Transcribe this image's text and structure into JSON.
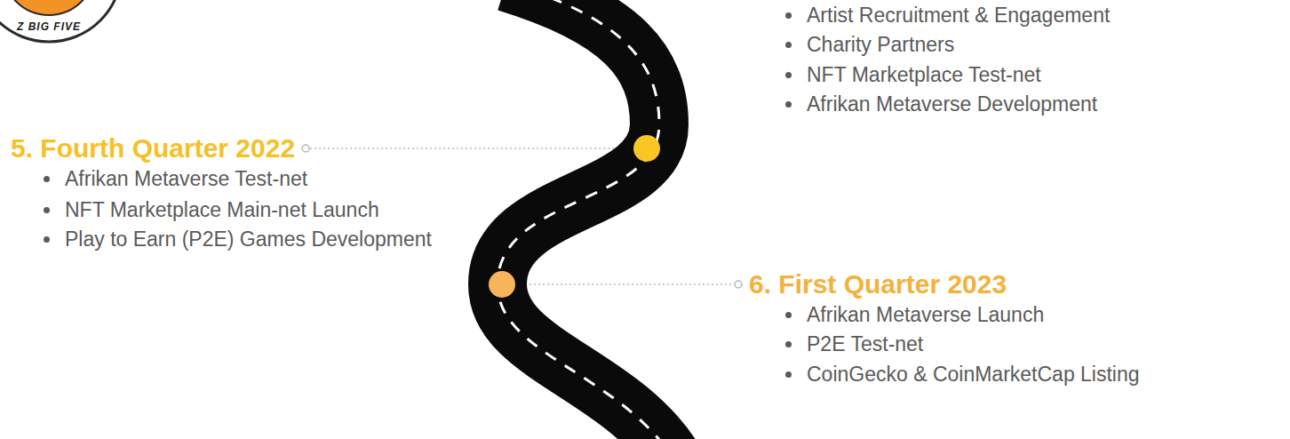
{
  "diagram": {
    "labels": [
      "Z BIG FIVE",
      "Artist Recruitment & Engagement",
      "Charity Partners",
      "NFT Marketplace Test-net",
      "Afrikan Metaverse Development",
      "5. Fourth Quarter 2022",
      "Afrikan Metaverse Test-net",
      "NFT Marketplace Main-net Launch",
      "Play to Earn (P2E) Games Development",
      "6. First Quarter 2023",
      "Afrikan Metaverse Launch",
      "P2E Test-net",
      "CoinGecko & CoinMarketCap Listing"
    ]
  }
}
